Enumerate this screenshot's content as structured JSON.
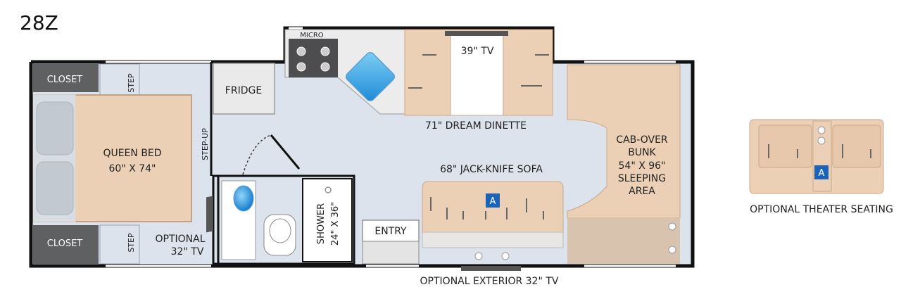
{
  "model": "28Z",
  "labels": {
    "micro": "MICRO",
    "closet_top": "CLOSET",
    "closet_bottom": "CLOSET",
    "step_top": "STEP",
    "step_bottom": "STEP",
    "step_up": "STEP-UP",
    "fridge": "FRIDGE",
    "tv39": "39\" TV",
    "dinette": "71\" DREAM DINETTE",
    "queen_bed_1": "QUEEN BED",
    "queen_bed_2": "60\" X 74\"",
    "cabover_1": "CAB-OVER",
    "cabover_2": "BUNK",
    "cabover_3": "54\" X 96\"",
    "cabover_4": "SLEEPING",
    "cabover_5": "AREA",
    "sofa": "68\" JACK-KNIFE SOFA",
    "shower_1": "SHOWER",
    "shower_2": "24\" X 36\"",
    "entry": "ENTRY",
    "opt_tv_1": "OPTIONAL",
    "opt_tv_2": "32\" TV",
    "exterior_tv": "OPTIONAL EXTERIOR 32\" TV",
    "theater": "OPTIONAL THEATER SEATING",
    "badge_sofa": "A",
    "badge_theater": "A"
  },
  "colors": {
    "floor": "#dce3ec",
    "wall": "#111111",
    "tan": "#ecd0b5",
    "tan_dark": "#c9a789",
    "closet": "#5f6062",
    "badge": "#1a63b8"
  }
}
